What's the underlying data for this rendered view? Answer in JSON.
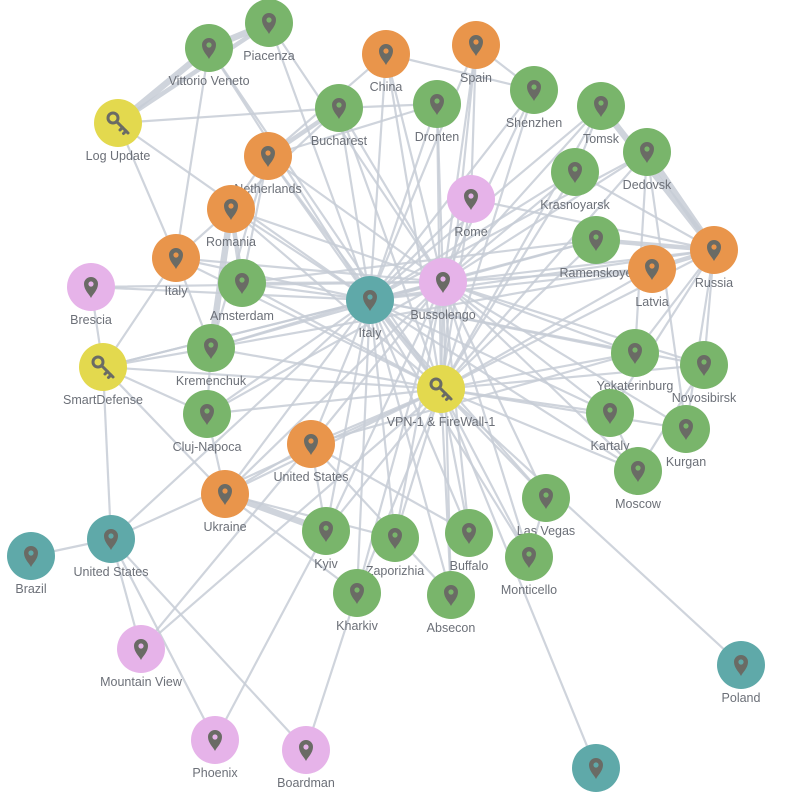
{
  "style": {
    "palette": {
      "green": "#79b56b",
      "orange": "#e9954b",
      "pink": "#e6b3e9",
      "teal": "#5fa9a9",
      "yellow": "#e3d94e"
    },
    "edge_color": "#c7ccd6",
    "label_color": "#6c7078",
    "icon_color": "#6a6b65"
  },
  "nodes": [
    {
      "label": "Piacenza",
      "icon": "map-pin-icon",
      "color": "green"
    },
    {
      "label": "Vittorio Veneto",
      "icon": "map-pin-icon",
      "color": "green"
    },
    {
      "label": "China",
      "icon": "map-pin-icon",
      "color": "orange"
    },
    {
      "label": "Spain",
      "icon": "map-pin-icon",
      "color": "orange"
    },
    {
      "label": "Log Update",
      "icon": "key-icon",
      "color": "yellow"
    },
    {
      "label": "Bucharest",
      "icon": "map-pin-icon",
      "color": "green"
    },
    {
      "label": "Dronten",
      "icon": "map-pin-icon",
      "color": "green"
    },
    {
      "label": "Shenzhen",
      "icon": "map-pin-icon",
      "color": "green"
    },
    {
      "label": "Tomsk",
      "icon": "map-pin-icon",
      "color": "green"
    },
    {
      "label": "Dedovsk",
      "icon": "map-pin-icon",
      "color": "green"
    },
    {
      "label": "Netherlands",
      "icon": "map-pin-icon",
      "color": "orange"
    },
    {
      "label": "Krasnoyarsk",
      "icon": "map-pin-icon",
      "color": "green"
    },
    {
      "label": "Rome",
      "icon": "map-pin-icon",
      "color": "pink"
    },
    {
      "label": "Romania",
      "icon": "map-pin-icon",
      "color": "orange"
    },
    {
      "label": "Italy",
      "icon": "map-pin-icon",
      "color": "orange"
    },
    {
      "label": "Ramenskoye",
      "icon": "map-pin-icon",
      "color": "green"
    },
    {
      "label": "Latvia",
      "icon": "map-pin-icon",
      "color": "orange"
    },
    {
      "label": "Russia",
      "icon": "map-pin-icon",
      "color": "orange"
    },
    {
      "label": "Brescia",
      "icon": "map-pin-icon",
      "color": "pink"
    },
    {
      "label": "Amsterdam",
      "icon": "map-pin-icon",
      "color": "green"
    },
    {
      "label": "Italy",
      "icon": "map-pin-icon",
      "color": "teal"
    },
    {
      "label": "Bussolengo",
      "icon": "map-pin-icon",
      "color": "pink"
    },
    {
      "label": "SmartDefense",
      "icon": "key-icon",
      "color": "yellow"
    },
    {
      "label": "Kremenchuk",
      "icon": "map-pin-icon",
      "color": "green"
    },
    {
      "label": "Yekaterinburg",
      "icon": "map-pin-icon",
      "color": "green"
    },
    {
      "label": "Novosibirsk",
      "icon": "map-pin-icon",
      "color": "green"
    },
    {
      "label": "VPN-1 & FireWall-1",
      "icon": "key-icon",
      "color": "yellow"
    },
    {
      "label": "Cluj-Napoca",
      "icon": "map-pin-icon",
      "color": "green"
    },
    {
      "label": "Kartaly",
      "icon": "map-pin-icon",
      "color": "green"
    },
    {
      "label": "Kurgan",
      "icon": "map-pin-icon",
      "color": "green"
    },
    {
      "label": "United States",
      "icon": "map-pin-icon",
      "color": "orange"
    },
    {
      "label": "Moscow",
      "icon": "map-pin-icon",
      "color": "green"
    },
    {
      "label": "Ukraine",
      "icon": "map-pin-icon",
      "color": "orange"
    },
    {
      "label": "Las Vegas",
      "icon": "map-pin-icon",
      "color": "green"
    },
    {
      "label": "United States",
      "icon": "map-pin-icon",
      "color": "teal"
    },
    {
      "label": "Brazil",
      "icon": "map-pin-icon",
      "color": "teal"
    },
    {
      "label": "Kyiv",
      "icon": "map-pin-icon",
      "color": "green"
    },
    {
      "label": "Zaporizhia",
      "icon": "map-pin-icon",
      "color": "green"
    },
    {
      "label": "Buffalo",
      "icon": "map-pin-icon",
      "color": "green"
    },
    {
      "label": "Monticello",
      "icon": "map-pin-icon",
      "color": "green"
    },
    {
      "label": "Kharkiv",
      "icon": "map-pin-icon",
      "color": "green"
    },
    {
      "label": "Absecon",
      "icon": "map-pin-icon",
      "color": "green"
    },
    {
      "label": "Mountain View",
      "icon": "map-pin-icon",
      "color": "pink"
    },
    {
      "label": "Poland",
      "icon": "map-pin-icon",
      "color": "teal"
    },
    {
      "label": "Phoenix",
      "icon": "map-pin-icon",
      "color": "pink"
    },
    {
      "label": "Boardman",
      "icon": "map-pin-icon",
      "color": "pink"
    },
    {
      "icon": "map-pin-icon",
      "color": "teal"
    }
  ],
  "edges": [
    [
      0,
      20,
      1
    ],
    [
      1,
      20,
      1
    ],
    [
      2,
      20,
      1
    ],
    [
      3,
      20,
      1
    ],
    [
      4,
      20,
      1
    ],
    [
      5,
      20,
      1
    ],
    [
      6,
      20,
      1
    ],
    [
      7,
      20,
      1
    ],
    [
      8,
      20,
      1
    ],
    [
      9,
      20,
      1
    ],
    [
      10,
      20,
      1
    ],
    [
      11,
      20,
      1
    ],
    [
      12,
      20,
      1
    ],
    [
      13,
      20,
      1
    ],
    [
      14,
      20,
      1
    ],
    [
      15,
      20,
      1
    ],
    [
      16,
      20,
      1
    ],
    [
      17,
      20,
      1
    ],
    [
      18,
      20,
      1
    ],
    [
      19,
      20,
      1
    ],
    [
      20,
      21,
      1
    ],
    [
      20,
      22,
      1
    ],
    [
      20,
      23,
      1
    ],
    [
      20,
      24,
      1
    ],
    [
      20,
      25,
      1
    ],
    [
      20,
      26,
      1
    ],
    [
      20,
      27,
      1
    ],
    [
      20,
      28,
      1
    ],
    [
      20,
      30,
      1
    ],
    [
      20,
      31,
      1
    ],
    [
      20,
      32,
      1
    ],
    [
      20,
      33,
      1
    ],
    [
      20,
      34,
      1
    ],
    [
      20,
      36,
      1
    ],
    [
      20,
      37,
      1
    ],
    [
      20,
      38,
      1
    ],
    [
      20,
      39,
      1
    ],
    [
      20,
      40,
      1
    ],
    [
      20,
      41,
      1
    ],
    [
      0,
      21,
      1
    ],
    [
      2,
      21,
      1
    ],
    [
      3,
      21,
      1
    ],
    [
      5,
      21,
      1
    ],
    [
      6,
      21,
      1
    ],
    [
      7,
      21,
      1
    ],
    [
      8,
      21,
      1
    ],
    [
      9,
      21,
      1
    ],
    [
      10,
      21,
      1
    ],
    [
      11,
      21,
      1
    ],
    [
      12,
      21,
      1
    ],
    [
      13,
      21,
      1
    ],
    [
      14,
      21,
      1
    ],
    [
      15,
      21,
      1
    ],
    [
      16,
      21,
      1
    ],
    [
      17,
      21,
      1
    ],
    [
      18,
      21,
      1
    ],
    [
      19,
      21,
      1
    ],
    [
      21,
      22,
      1
    ],
    [
      21,
      23,
      1
    ],
    [
      21,
      24,
      1
    ],
    [
      21,
      25,
      1
    ],
    [
      21,
      26,
      1
    ],
    [
      21,
      27,
      1
    ],
    [
      21,
      28,
      1
    ],
    [
      21,
      29,
      1
    ],
    [
      21,
      30,
      1
    ],
    [
      21,
      31,
      1
    ],
    [
      21,
      32,
      1
    ],
    [
      21,
      33,
      1
    ],
    [
      21,
      36,
      1
    ],
    [
      21,
      37,
      1
    ],
    [
      21,
      38,
      1
    ],
    [
      21,
      39,
      1
    ],
    [
      21,
      40,
      1
    ],
    [
      21,
      41,
      1
    ],
    [
      1,
      26,
      1
    ],
    [
      2,
      26,
      1
    ],
    [
      3,
      26,
      1
    ],
    [
      5,
      26,
      1
    ],
    [
      6,
      26,
      1
    ],
    [
      7,
      26,
      1
    ],
    [
      8,
      26,
      1
    ],
    [
      9,
      26,
      1
    ],
    [
      10,
      26,
      1
    ],
    [
      11,
      26,
      1
    ],
    [
      12,
      26,
      1
    ],
    [
      13,
      26,
      1
    ],
    [
      14,
      26,
      1
    ],
    [
      15,
      26,
      1
    ],
    [
      16,
      26,
      1
    ],
    [
      17,
      26,
      1
    ],
    [
      19,
      26,
      1
    ],
    [
      22,
      26,
      1
    ],
    [
      23,
      26,
      1
    ],
    [
      24,
      26,
      1
    ],
    [
      25,
      26,
      1
    ],
    [
      26,
      27,
      1
    ],
    [
      26,
      28,
      1
    ],
    [
      26,
      29,
      1
    ],
    [
      26,
      30,
      1
    ],
    [
      26,
      31,
      1
    ],
    [
      26,
      32,
      1
    ],
    [
      26,
      33,
      1
    ],
    [
      26,
      34,
      1
    ],
    [
      26,
      36,
      1
    ],
    [
      26,
      37,
      1
    ],
    [
      26,
      38,
      1
    ],
    [
      26,
      39,
      1
    ],
    [
      26,
      40,
      1
    ],
    [
      26,
      41,
      1
    ],
    [
      26,
      42,
      1
    ],
    [
      26,
      43,
      1
    ],
    [
      26,
      46,
      1
    ],
    [
      0,
      1,
      3
    ],
    [
      1,
      4,
      3
    ],
    [
      0,
      4,
      2
    ],
    [
      1,
      14,
      1
    ],
    [
      4,
      14,
      1
    ],
    [
      4,
      5,
      1
    ],
    [
      2,
      7,
      1
    ],
    [
      2,
      10,
      1
    ],
    [
      3,
      7,
      1
    ],
    [
      3,
      12,
      1
    ],
    [
      5,
      10,
      2
    ],
    [
      5,
      13,
      1
    ],
    [
      5,
      6,
      1
    ],
    [
      6,
      10,
      1
    ],
    [
      8,
      17,
      3
    ],
    [
      9,
      17,
      3
    ],
    [
      11,
      17,
      1
    ],
    [
      15,
      17,
      2
    ],
    [
      16,
      17,
      2
    ],
    [
      17,
      25,
      1
    ],
    [
      17,
      29,
      1
    ],
    [
      17,
      24,
      1
    ],
    [
      17,
      28,
      1
    ],
    [
      17,
      12,
      1
    ],
    [
      8,
      11,
      1
    ],
    [
      9,
      24,
      1
    ],
    [
      10,
      13,
      1
    ],
    [
      10,
      19,
      1
    ],
    [
      10,
      23,
      1
    ],
    [
      13,
      23,
      3
    ],
    [
      13,
      19,
      2
    ],
    [
      13,
      14,
      1
    ],
    [
      14,
      22,
      1
    ],
    [
      14,
      23,
      1
    ],
    [
      18,
      22,
      1
    ],
    [
      22,
      34,
      1
    ],
    [
      22,
      27,
      1
    ],
    [
      22,
      32,
      1
    ],
    [
      22,
      23,
      1
    ],
    [
      23,
      27,
      1
    ],
    [
      27,
      32,
      1
    ],
    [
      28,
      31,
      1
    ],
    [
      30,
      32,
      1
    ],
    [
      30,
      36,
      1
    ],
    [
      30,
      38,
      1
    ],
    [
      30,
      41,
      1
    ],
    [
      32,
      36,
      3
    ],
    [
      32,
      37,
      1
    ],
    [
      32,
      40,
      1
    ],
    [
      33,
      39,
      1
    ],
    [
      34,
      35,
      1
    ],
    [
      34,
      42,
      1
    ],
    [
      34,
      44,
      1
    ],
    [
      34,
      45,
      1
    ],
    [
      40,
      45,
      1
    ],
    [
      44,
      36,
      1
    ],
    [
      42,
      30,
      1
    ],
    [
      15,
      19,
      1
    ],
    [
      16,
      23,
      1
    ],
    [
      24,
      30,
      1
    ],
    [
      9,
      29,
      1
    ],
    [
      25,
      31,
      1
    ]
  ]
}
